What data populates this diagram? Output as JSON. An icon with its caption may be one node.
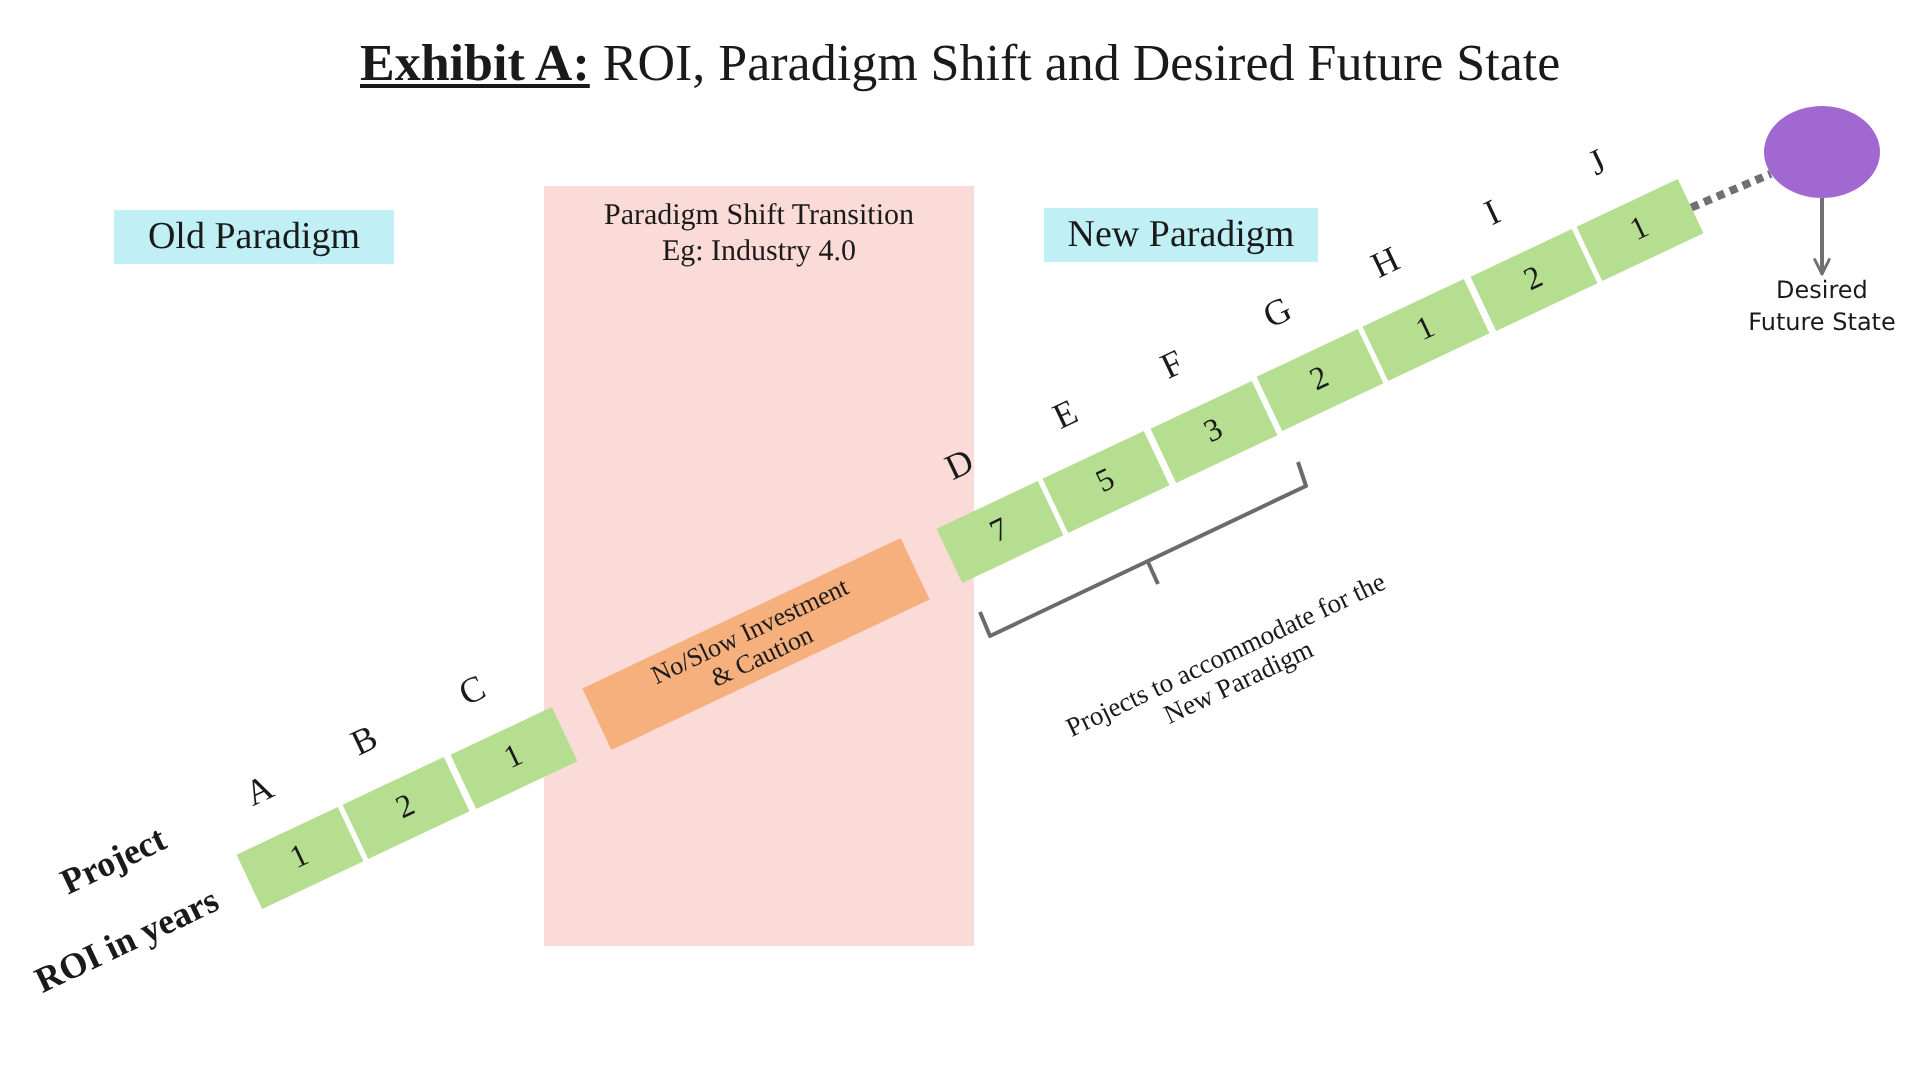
{
  "diagram": {
    "title": "**Exhibit A:** ROI, Paradigm Shift and Desired Future State",
    "nodes": [
      {
        "text": [
          "Old Paradigm"
        ]
      },
      {
        "text": [
          "Paradigm Shift Transition Eg: Industry 4.0"
        ]
      },
      {
        "text": [
          "New Paradigm"
        ]
      },
      {
        "text": [
          "1"
        ],
        "beside": [
          "A"
        ]
      },
      {
        "text": [
          "2"
        ],
        "beside": [
          "B"
        ]
      },
      {
        "text": [
          "1"
        ],
        "beside": [
          "C"
        ]
      },
      {
        "text": [
          "No/Slow Investment & Caution"
        ],
        "in": 1
      },
      {
        "text": [
          "7"
        ],
        "beside": [
          "D"
        ]
      },
      {
        "text": [
          "5"
        ],
        "beside": [
          "E"
        ]
      },
      {
        "text": [
          "3"
        ],
        "beside": [
          "F"
        ]
      },
      {
        "text": [
          "2"
        ],
        "beside": [
          "G"
        ]
      },
      {
        "text": [
          "1"
        ],
        "beside": [
          "H"
        ]
      },
      {
        "text": [
          "2"
        ],
        "beside": [
          "I"
        ]
      },
      {
        "text": [
          "1"
        ],
        "beside": [
          "J"
        ]
      },
      {
        "text": [],
        "shape": "circle"
      },
      {
        "text": [
          "Desired Future State"
        ]
      }
    ],
    "edges": [
      {
        "from": 13,
        "to": 14,
        "arrow": "none",
        "style": "dashed"
      },
      {
        "from": 14,
        "to": 15,
        "arrow": "to"
      }
    ],
    "labels": [
      "Project",
      "ROI in years",
      "Projects to accommodate for the New Paradigm"
    ]
  }
}
